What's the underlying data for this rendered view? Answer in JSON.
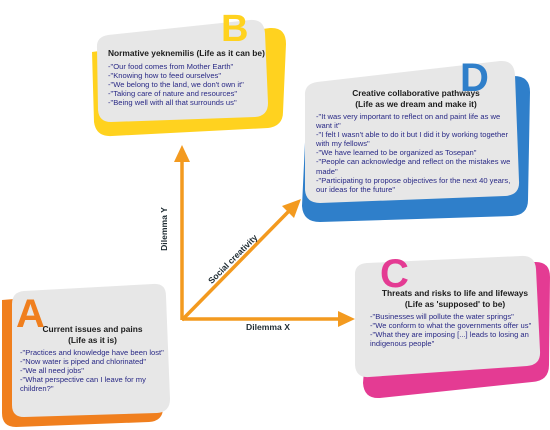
{
  "colors": {
    "axis": "#f39a1f",
    "a": "#f07f1e",
    "b": "#ffd21f",
    "c": "#e43b93",
    "d": "#2f7fca",
    "card": "#e7e7e7",
    "quote_text": "#2a2a86"
  },
  "axes": {
    "dilemma_y": "Dilemma Y",
    "dilemma_x": "Dilemma X",
    "social_creativity": "Social creativity"
  },
  "cards": {
    "a": {
      "letter": "A",
      "title": "Current issues and pains",
      "subtitle": "(Life as it is)",
      "quotes": [
        "-\"Practices and knowledge have been lost\"",
        "-\"Now water is piped and chlorinated\"",
        "-\"We all need jobs\"",
        "-\"What perspective can I leave for my children?\""
      ]
    },
    "b": {
      "letter": "B",
      "title": "Normative yeknemilis (Life as it can be)",
      "subtitle": "",
      "quotes": [
        "-\"Our food comes from Mother Earth\"",
        "-\"Knowing how to feed ourselves\"",
        "-\"We belong to the land, we don't own it\"",
        "-\"Taking care of nature and resources\"",
        "-\"Being well with all that surrounds us\""
      ]
    },
    "c": {
      "letter": "C",
      "title": "Threats and risks to life and lifeways",
      "subtitle": "(Life as 'supposed' to be)",
      "quotes": [
        "-\"Businesses will pollute the water springs\"",
        "-\"We conform to what the governments offer us\"",
        "-\"What they are imposing [...] leads to losing an indigenous people\""
      ]
    },
    "d": {
      "letter": "D",
      "title": "Creative collaborative pathways",
      "subtitle": "(Life as we dream and make it)",
      "quotes": [
        "-\"It was very important to reflect on and paint life as we want it\"",
        "-\"I felt I wasn't able to do it but I did it by working together with my fellows\"",
        "-\"We have learned to be organized as Tosepan\"",
        "-\"People can acknowledge and reflect on the mistakes we made\"",
        "-\"Participating to propose objectives for the next 40 years, our ideas for the future\""
      ]
    }
  }
}
